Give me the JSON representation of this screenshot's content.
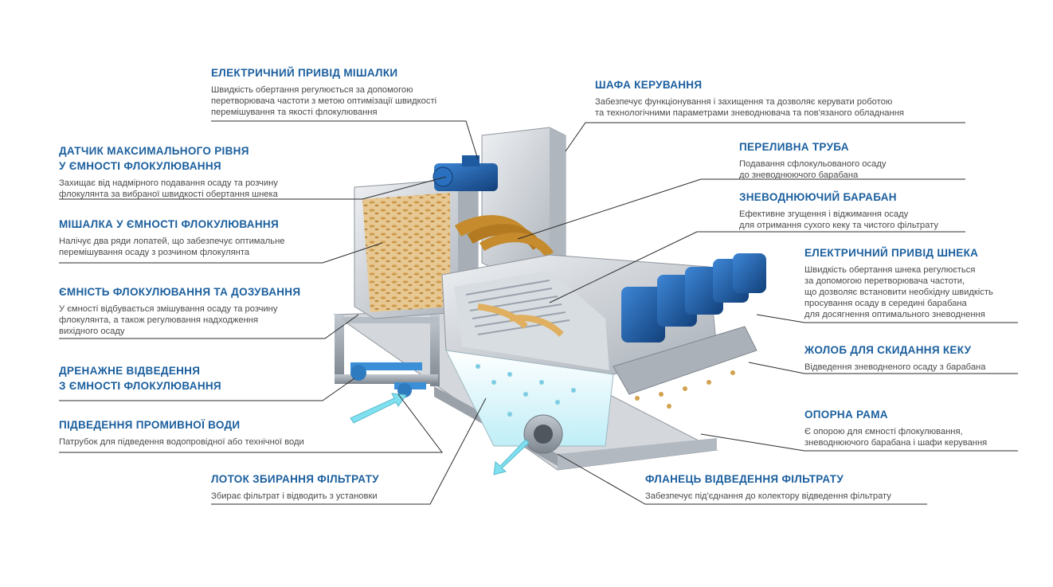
{
  "callouts": {
    "mixer_drive": {
      "title": "ЕЛЕКТРИЧНИЙ ПРИВІД МІШАЛКИ",
      "desc": "Швидкість обертання регулюється за допомогою\nперетворювача частоти з метою оптимізації швидкості\nперемішування та якості флокулювання"
    },
    "control_cabinet": {
      "title": "ШАФА КЕРУВАННЯ",
      "desc": "Забезпечує функціонування і захищення та дозволяє керувати роботою\nта технологічними параметрами зневоднювача та пов'язаного обладнання"
    },
    "level_sensor": {
      "title": "ДАТЧИК МАКСИМАЛЬНОГО РІВНЯ\nУ ЄМНОСТІ ФЛОКУЛЮВАННЯ",
      "desc": "Захищає від надмірного подавання осаду та розчину\nфлокулянта за вибраної швидкості обертання шнека"
    },
    "overflow_pipe": {
      "title": "ПЕРЕЛИВНА ТРУБА",
      "desc": "Подавання сфлокульованого осаду\nдо зневоднюючого барабана"
    },
    "dewatering_drum": {
      "title": "ЗНЕВОДНЮЮЧИЙ БАРАБАН",
      "desc": "Ефективне згущення і віджимання осаду\nдля отримання сухого кеку та чистого фільтрату"
    },
    "mixer": {
      "title": "МІШАЛКА У ЄМНОСТІ ФЛОКУЛЮВАННЯ",
      "desc": "Налічує два ряди лопатей, що забезпечує оптимальне\nперемішування осаду з розчином флокулянта"
    },
    "screw_drive": {
      "title": "ЕЛЕКТРИЧНИЙ ПРИВІД ШНЕКА",
      "desc": "Швидкість обертання шнека регулюється\nза допомогою перетворювача частоти,\nщо дозволяє встановити необхідну швидкість\nпросування осаду в середині барабана\nдля досягнення оптимального зневоднення"
    },
    "flocculation_tank": {
      "title": "ЄМНІСТЬ ФЛОКУЛЮВАННЯ ТА ДОЗУВАННЯ",
      "desc": "У ємності відбувається змішування осаду та розчину\nфлокулянта, а також регулювання надходження\nвихідного осаду"
    },
    "cake_chute": {
      "title": "ЖОЛОБ ДЛЯ СКИДАННЯ КЕКУ",
      "desc": "Відведення зневодненого осаду з барабана"
    },
    "drainage": {
      "title": "ДРЕНАЖНЕ ВІДВЕДЕННЯ\nЗ ЄМНОСТІ ФЛОКУЛЮВАННЯ",
      "desc": ""
    },
    "support_frame": {
      "title": "ОПОРНА РАМА",
      "desc": "Є опорою для ємності флокулювання,\nзневоднюючого барабана і шафи керування"
    },
    "wash_water": {
      "title": "ПІДВЕДЕННЯ ПРОМИВНОЇ ВОДИ",
      "desc": "Патрубок для підведення водопровідної або технічної води"
    },
    "filtrate_tray": {
      "title": "ЛОТОК ЗБИРАННЯ ФІЛЬТРАТУ",
      "desc": "Збирає фільтрат і відводить з установки"
    },
    "filtrate_flange": {
      "title": "ФЛАНЕЦЬ ВІДВЕДЕННЯ ФІЛЬТРАТУ",
      "desc": "Забезпечує під'єднання до колектору відведення фільтрату"
    }
  },
  "colors": {
    "title": "#1b5f9e",
    "text": "#4a4a4a",
    "steel": "#c9ced4",
    "motor": "#1f5fa8",
    "sludge": "#d9b37a",
    "water": "#8fdcec"
  }
}
